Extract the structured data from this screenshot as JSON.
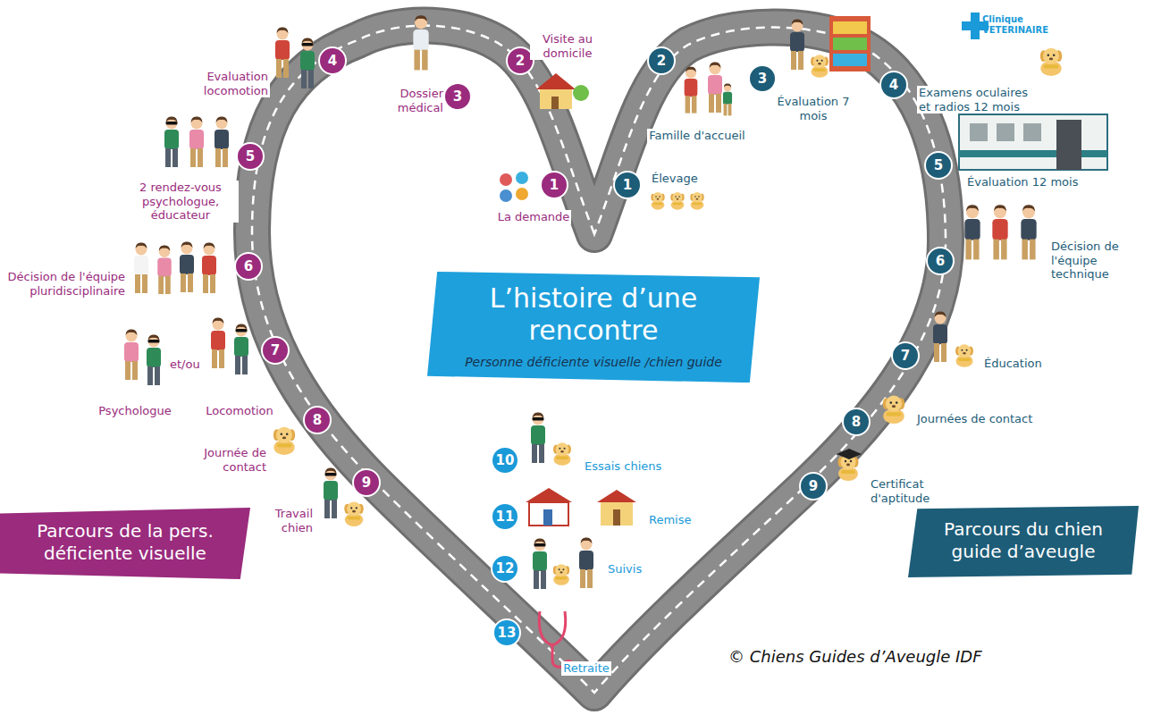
{
  "diagram": {
    "caption": "© Chiens Guides d’Aveugle IDF",
    "nodes": [
      {
        "text": [
          "L’histoire d’une rencontre",
          "Personne déficiente visuelle /chien guide"
        ]
      },
      {
        "text": [
          "1",
          "La demande"
        ]
      },
      {
        "text": [
          "2",
          "Visite au domicile"
        ]
      },
      {
        "text": [
          "3",
          "Dossier médical"
        ]
      },
      {
        "text": [
          "4",
          "Evaluation locomotion"
        ]
      },
      {
        "text": [
          "5",
          "2 rendez-vous psychologue, éducateur"
        ]
      },
      {
        "text": [
          "6",
          "Décision de l'équipe pluridisciplinaire"
        ]
      },
      {
        "text": [
          "7"
        ]
      },
      {
        "text": [
          "8",
          "Journée de contact"
        ]
      },
      {
        "text": [
          "9",
          "Travail chien"
        ]
      },
      {
        "text": [
          "1",
          "Élevage"
        ]
      },
      {
        "text": [
          "2",
          "Famille d'accueil"
        ]
      },
      {
        "text": [
          "3",
          "Évaluation 7 mois"
        ]
      },
      {
        "text": [
          "4",
          "Examens oculaires et radios 12 mois"
        ]
      },
      {
        "text": [
          "5",
          "Évaluation 12 mois"
        ]
      },
      {
        "text": [
          "6",
          "Décision de l'équipe technique"
        ]
      },
      {
        "text": [
          "7",
          "Éducation"
        ]
      },
      {
        "text": [
          "8",
          "Journées de contact"
        ]
      },
      {
        "text": [
          "9",
          "Certificat d'aptitude"
        ]
      },
      {
        "text": [
          "10",
          "Essais chiens"
        ]
      },
      {
        "text": [
          "11",
          "Remise"
        ]
      },
      {
        "text": [
          "12",
          "Suivis"
        ]
      },
      {
        "text": [
          "13",
          "Retraite"
        ]
      },
      {
        "text": [
          "Parcours de la pers. déficiente visuelle"
        ]
      },
      {
        "text": [
          "Parcours du chien guide d’aveugle"
        ]
      }
    ],
    "labels": [
      "et/ou",
      "Psychologue",
      "Locomotion",
      "Clinique VETERINAIRE"
    ]
  }
}
